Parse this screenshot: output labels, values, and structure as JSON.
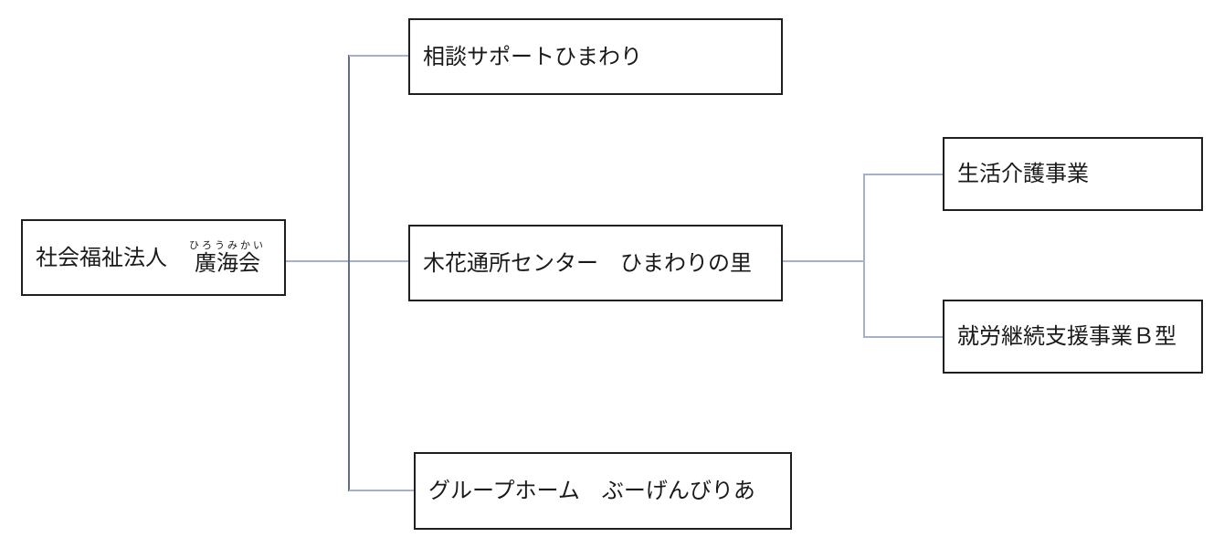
{
  "diagram": {
    "type": "org-chart",
    "root": {
      "prefix": "社会福祉法人",
      "name": "廣海会",
      "furigana": "ひろうみかい"
    },
    "children": [
      {
        "label": "相談サポートひまわり"
      },
      {
        "label": "木花通所センター　ひまわりの里"
      },
      {
        "label": "グループホーム　ぶーげんびりあ"
      }
    ],
    "grandchildren": [
      {
        "label": "生活介護事業"
      },
      {
        "label": "就労継続支援事業Ｂ型"
      }
    ],
    "colors": {
      "background": "#ffffff",
      "box_border": "#1f1f1f",
      "text": "#1a1a1a",
      "connector_light": "#a3b1c9",
      "connector_dark": "#5f6e86"
    }
  }
}
